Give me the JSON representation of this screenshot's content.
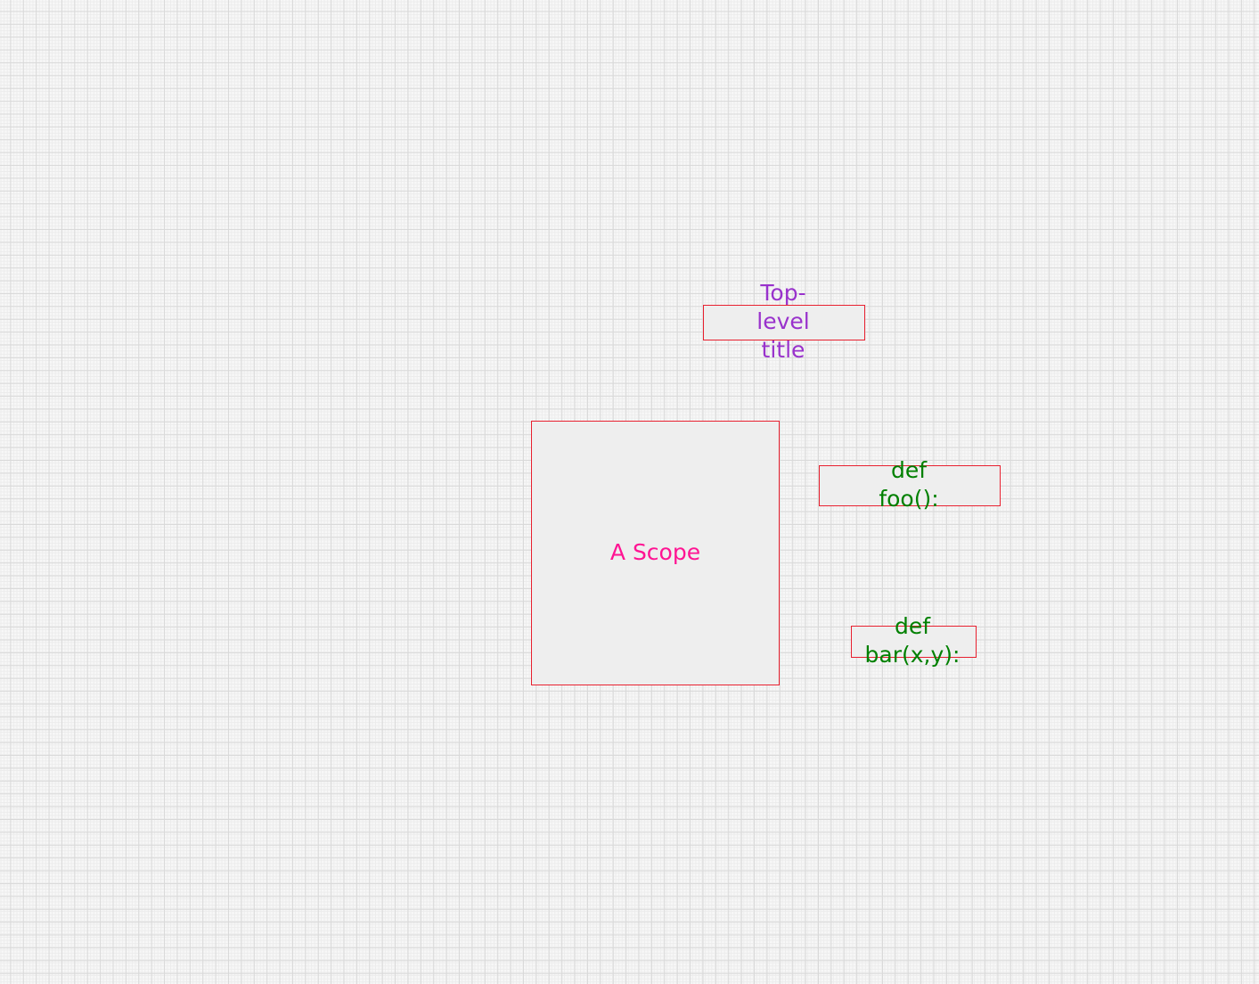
{
  "diagram": {
    "colors": {
      "node_fill": "#eeeeee",
      "node_border": "#e8202f",
      "title_text": "#9932cc",
      "scope_text": "#ff1493",
      "function_text": "#008000",
      "grid_line": "#d9d9d9"
    },
    "title": {
      "text": "Top-level title"
    },
    "scope": {
      "label": "A Scope"
    },
    "functions": [
      {
        "label": "def foo():"
      },
      {
        "label": "def bar(x,y):"
      }
    ]
  }
}
